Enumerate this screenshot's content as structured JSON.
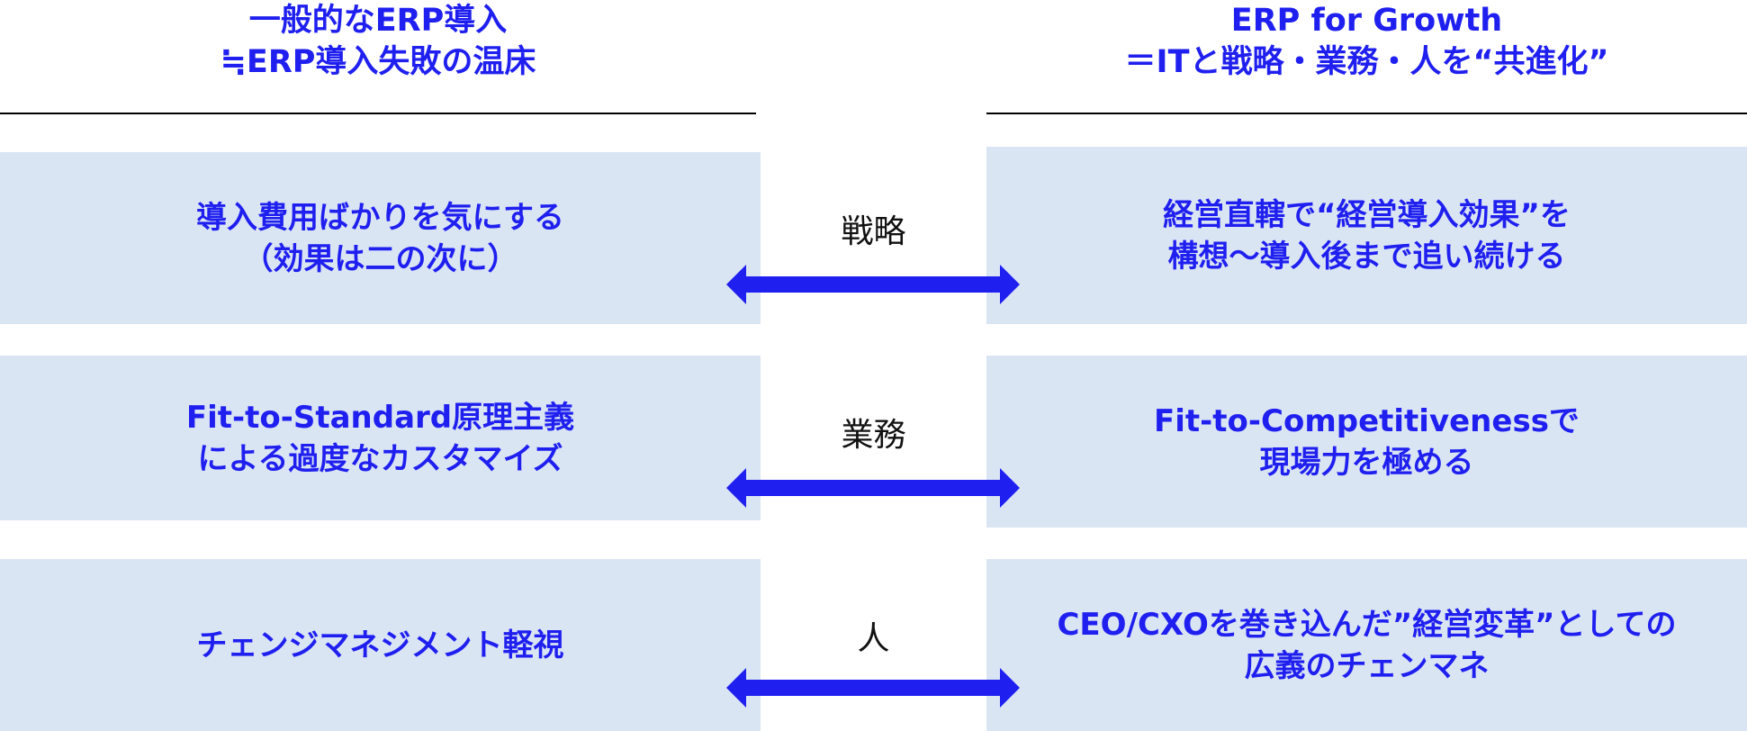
{
  "header": {
    "left": {
      "line1": "一般的なERP導入",
      "line2": "≒ERP導入失敗の温床"
    },
    "right": {
      "line1": "ERP for Growth",
      "line2": "＝ITと戦略・業務・人を“共進化”"
    }
  },
  "rows": [
    {
      "left": {
        "line1": "導入費用ばかりを気にする",
        "line2": "（効果は二の次に）"
      },
      "connector": "戦略",
      "right": {
        "line1": "経営直轄で“経営導入効果”を",
        "line2": "構想～導入後まで追い続ける"
      }
    },
    {
      "left": {
        "line1": "Fit-to-Standard原理主義",
        "line2": "による過度なカスタマイズ"
      },
      "connector": "業務",
      "right": {
        "line1": "Fit-to-Competitivenessで",
        "line2": "現場力を極める"
      }
    },
    {
      "left": {
        "line1": "チェンジマネジメント軽視"
      },
      "connector": "人",
      "right": {
        "line1": "CEO/CXOを巻き込んだ”経営変革”としての",
        "line2": "広義のチェンマネ"
      }
    }
  ],
  "colors": {
    "accent": "#1f1ff0",
    "card_background": "#dae5f4",
    "divider": "#000000"
  }
}
